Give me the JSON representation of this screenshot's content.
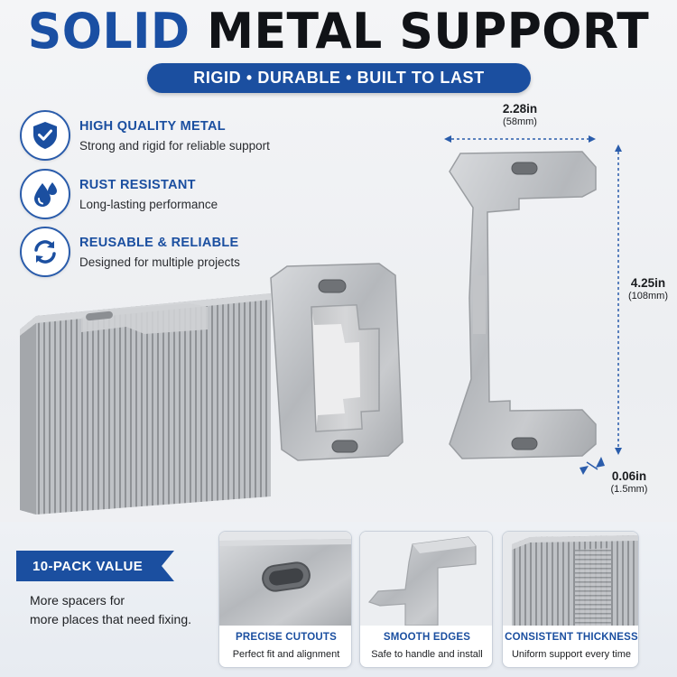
{
  "header": {
    "title_accent": "SOLID",
    "title_rest": "METAL SUPPORT",
    "subtitle": "RIGID • DURABLE • BUILT TO LAST"
  },
  "features": [
    {
      "icon": "shield-check-icon",
      "title": "HIGH QUALITY METAL",
      "desc": "Strong and rigid for reliable support"
    },
    {
      "icon": "water-drops-icon",
      "title": "RUST RESISTANT",
      "desc": "Long-lasting performance"
    },
    {
      "icon": "recycle-arrows-icon",
      "title": "REUSABLE & RELIABLE",
      "desc": "Designed for multiple projects"
    }
  ],
  "dimensions": {
    "width": {
      "imperial": "2.28in",
      "metric": "(58mm)"
    },
    "height": {
      "imperial": "4.25in",
      "metric": "(108mm)"
    },
    "thickness": {
      "imperial": "0.06in",
      "metric": "(1.5mm)"
    }
  },
  "value": {
    "tag": "10-PACK VALUE",
    "line1": "More spacers for",
    "line2": "more places that need fixing."
  },
  "cards": [
    {
      "title": "PRECISE CUTOUTS",
      "desc": "Perfect fit and alignment"
    },
    {
      "title": "SMOOTH EDGES",
      "desc": "Safe to handle and install"
    },
    {
      "title": "CONSISTENT THICKNESS",
      "desc": "Uniform support every time"
    }
  ],
  "colors": {
    "brand_blue": "#1b4fa0",
    "metal": "#b9bcc0",
    "background": "#f0f1f4"
  }
}
